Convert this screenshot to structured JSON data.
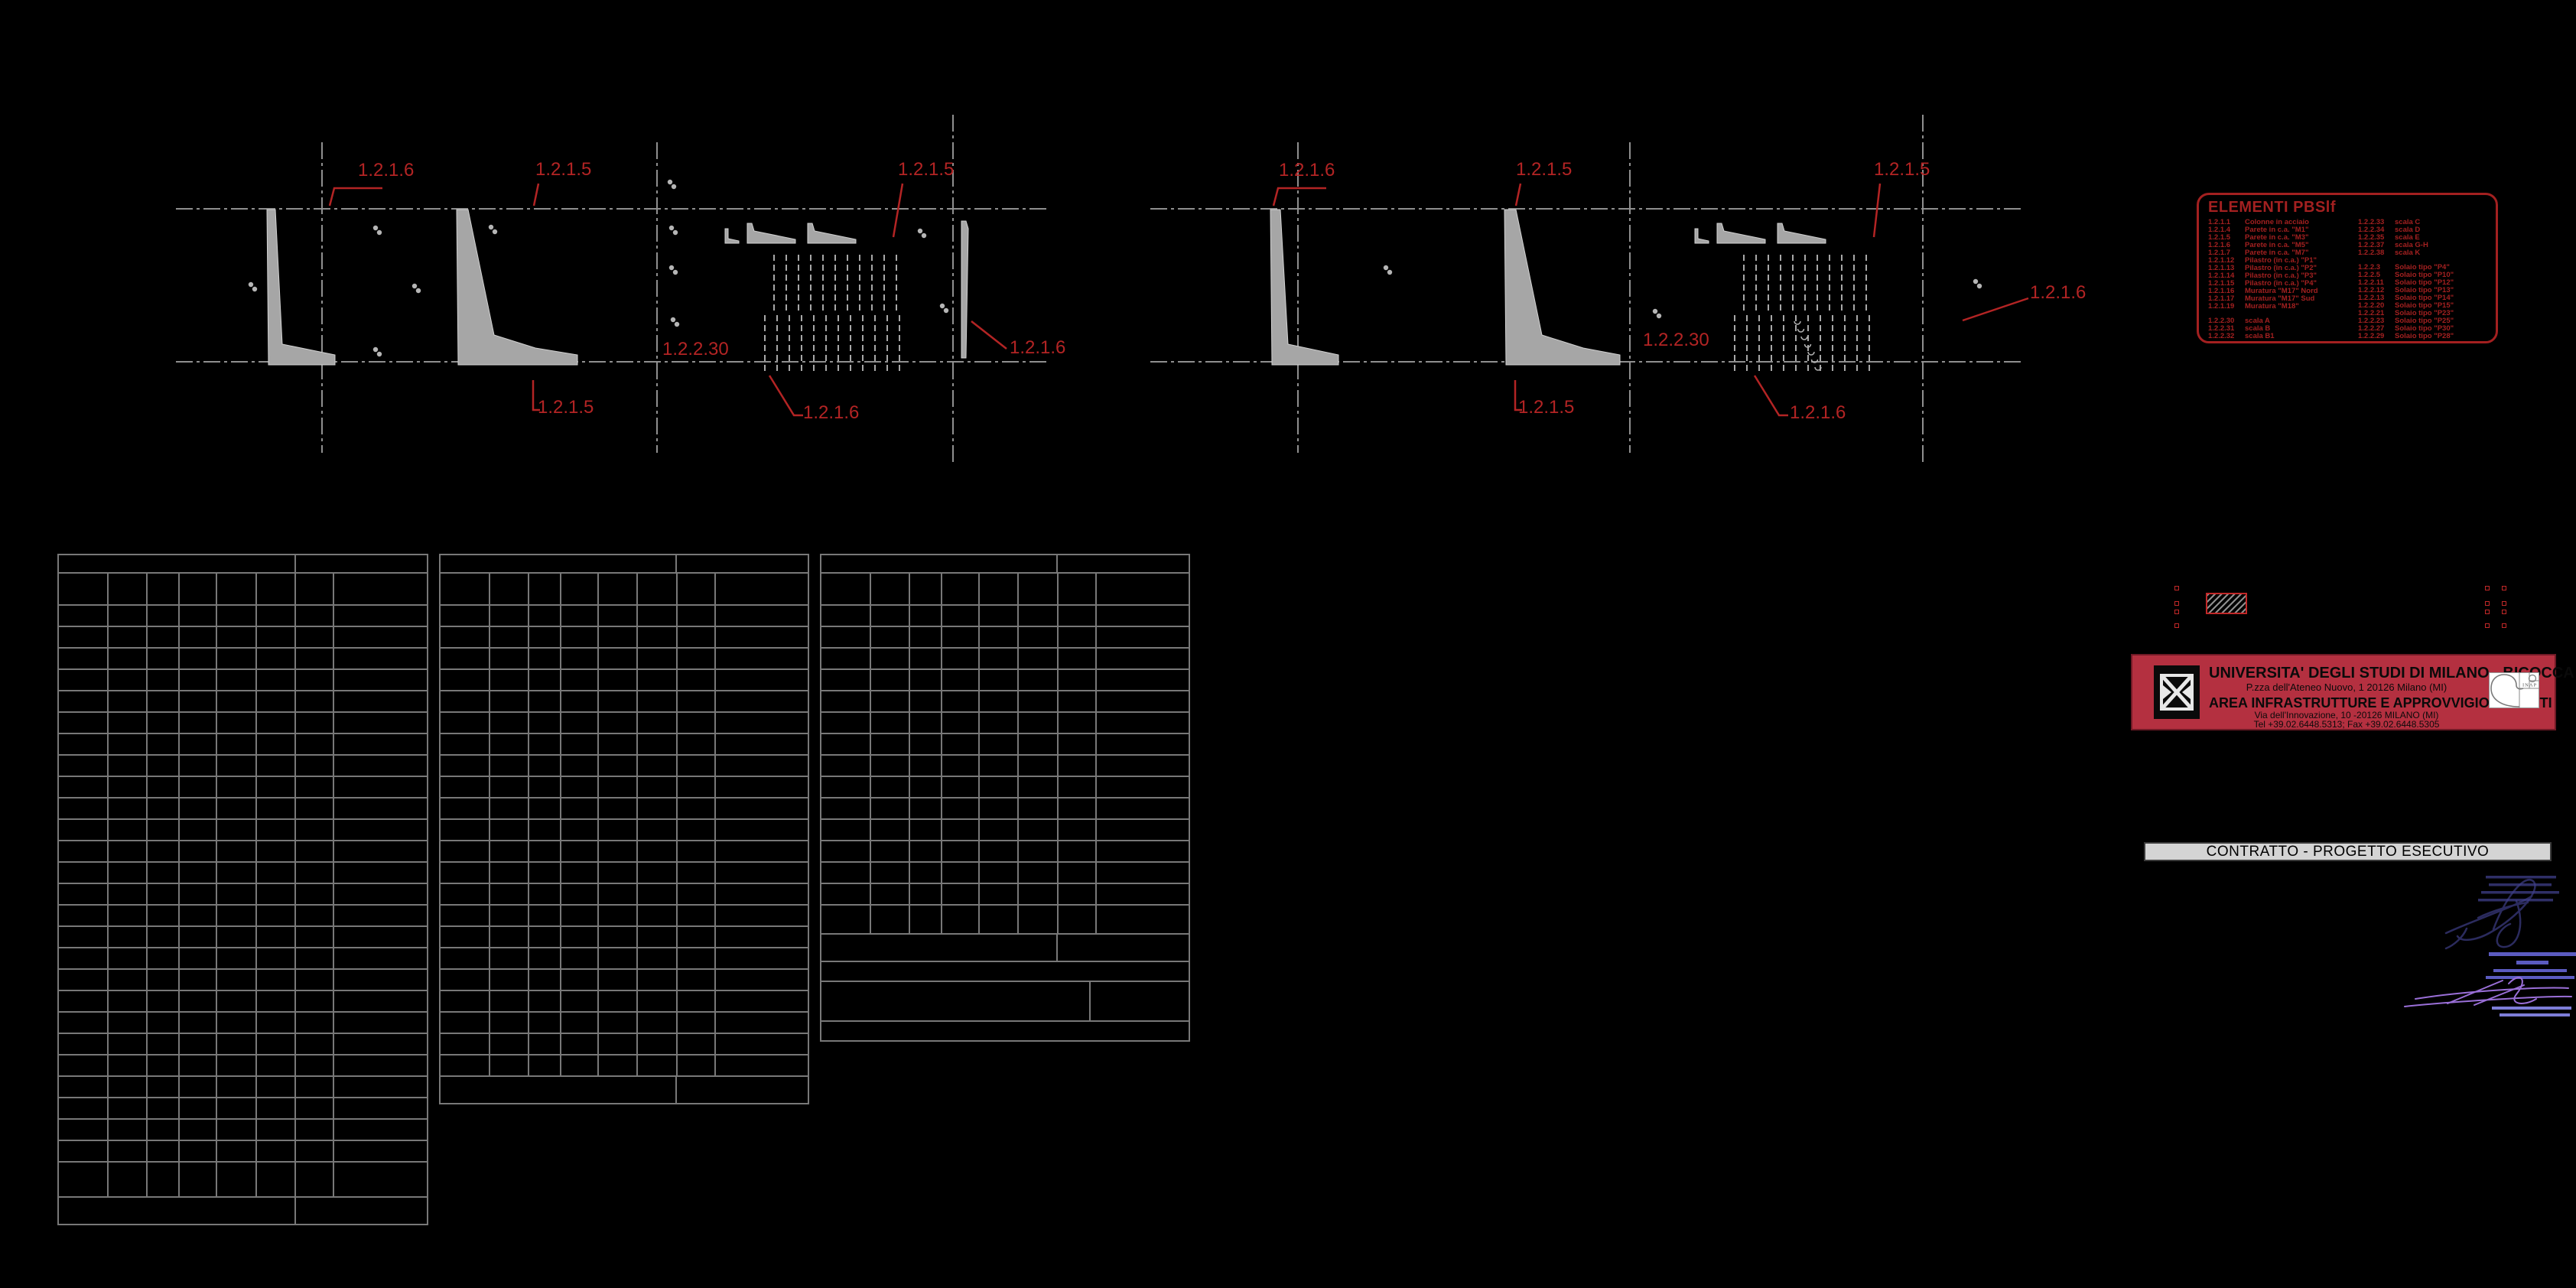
{
  "annotations": {
    "d1": {
      "top_left": "1.2.1.6",
      "top_mid": "1.2.1.5",
      "top_right": "1.2.1.5",
      "side_code": "1.2.2.30",
      "right_label": "1.2.1.6",
      "bottom_left": "1.2.1.5",
      "bottom_right": "1.2.1.6"
    },
    "d2": {
      "top_left": "1.2.1.6",
      "top_mid": "1.2.1.5",
      "top_right": "1.2.1.5",
      "side_code": "1.2.2.30",
      "right_label": "1.2.1.6",
      "bottom_left": "1.2.1.5",
      "bottom_right": "1.2.1.6"
    }
  },
  "legend": {
    "title": "ELEMENTI PBSlf",
    "columns": [
      {
        "groups": [
          {
            "items": [
              {
                "code": "1.2.1.1",
                "label": "Colonne in acciaio"
              },
              {
                "code": "1.2.1.4",
                "label": "Parete in c.a. \"M1\""
              },
              {
                "code": "1.2.1.5",
                "label": "Parete in c.a. \"M3\""
              },
              {
                "code": "1.2.1.6",
                "label": "Parete in c.a. \"M5\""
              },
              {
                "code": "1.2.1.7",
                "label": "Parete in c.a. \"M7\""
              },
              {
                "code": "1.2.1.12",
                "label": "Pilastro (in c.a.) \"P1\""
              },
              {
                "code": "1.2.1.13",
                "label": "Pilastro (in c.a.) \"P2\""
              },
              {
                "code": "1.2.1.14",
                "label": "Pilastro (in c.a.) \"P3\""
              },
              {
                "code": "1.2.1.15",
                "label": "Pilastro (in c.a.) \"P4\""
              },
              {
                "code": "1.2.1.16",
                "label": "Muratura \"M17\" Nord"
              },
              {
                "code": "1.2.1.17",
                "label": "Muratura \"M17\" Sud"
              },
              {
                "code": "1.2.1.19",
                "label": "Muratura \"M18\""
              }
            ]
          },
          {
            "items": [
              {
                "code": "1.2.2.30",
                "label": "scala A"
              },
              {
                "code": "1.2.2.31",
                "label": "scala B"
              },
              {
                "code": "1.2.2.32",
                "label": "scala B1"
              }
            ]
          }
        ]
      },
      {
        "groups": [
          {
            "items": [
              {
                "code": "1.2.2.33",
                "label": "scala C"
              },
              {
                "code": "1.2.2.34",
                "label": "scala D"
              },
              {
                "code": "1.2.2.35",
                "label": "scala E"
              },
              {
                "code": "1.2.2.37",
                "label": "scala G-H"
              },
              {
                "code": "1.2.2.38",
                "label": "scala K"
              }
            ]
          },
          {
            "items": [
              {
                "code": "1.2.2.3",
                "label": "Solaio tipo \"P4\""
              },
              {
                "code": "1.2.2.5",
                "label": "Solaio tipo \"P10\""
              },
              {
                "code": "1.2.2.11",
                "label": "Solaio tipo \"P12\""
              },
              {
                "code": "1.2.2.12",
                "label": "Solaio tipo \"P13\""
              },
              {
                "code": "1.2.2.13",
                "label": "Solaio tipo \"P14\""
              },
              {
                "code": "1.2.2.20",
                "label": "Solaio tipo \"P15\""
              },
              {
                "code": "1.2.2.21",
                "label": "Solaio tipo \"P23\""
              },
              {
                "code": "1.2.2.23",
                "label": "Solaio tipo \"P25\""
              },
              {
                "code": "1.2.2.27",
                "label": "Solaio tipo \"P30\""
              },
              {
                "code": "1.2.2.29",
                "label": "Solaio tipo \"P28\""
              }
            ]
          }
        ]
      }
    ]
  },
  "title_block": {
    "university": "UNIVERSITA' DEGLI STUDI DI MILANO - BICOCCA",
    "university_address": "P.zza dell'Ateneo Nuovo, 1 20126 Milano (MI)",
    "department": "AREA INFRASTRUTTURE E APPROVVIGIONAMENTI",
    "department_address": "Via dell'Innovazione, 10 -20126 MILANO (MI)",
    "contacts": "Tel +39.02.6448.5313;  Fax +39.02.6448.5305"
  },
  "logos": {
    "inap": "INAP"
  },
  "banner": {
    "title": "CONTRATTO - PROGETTO ESECUTIVO"
  },
  "colors": {
    "annotation_red": "#b32424",
    "legend_red": "#a32020",
    "title_block_red": "#b43040",
    "cad_gray": "#8f8f8f",
    "table_gray": "#787878",
    "banner_gray": "#d4d4d4",
    "signature_blue": "#2b2b5e",
    "stamp_purple": "#9a6fd8"
  }
}
